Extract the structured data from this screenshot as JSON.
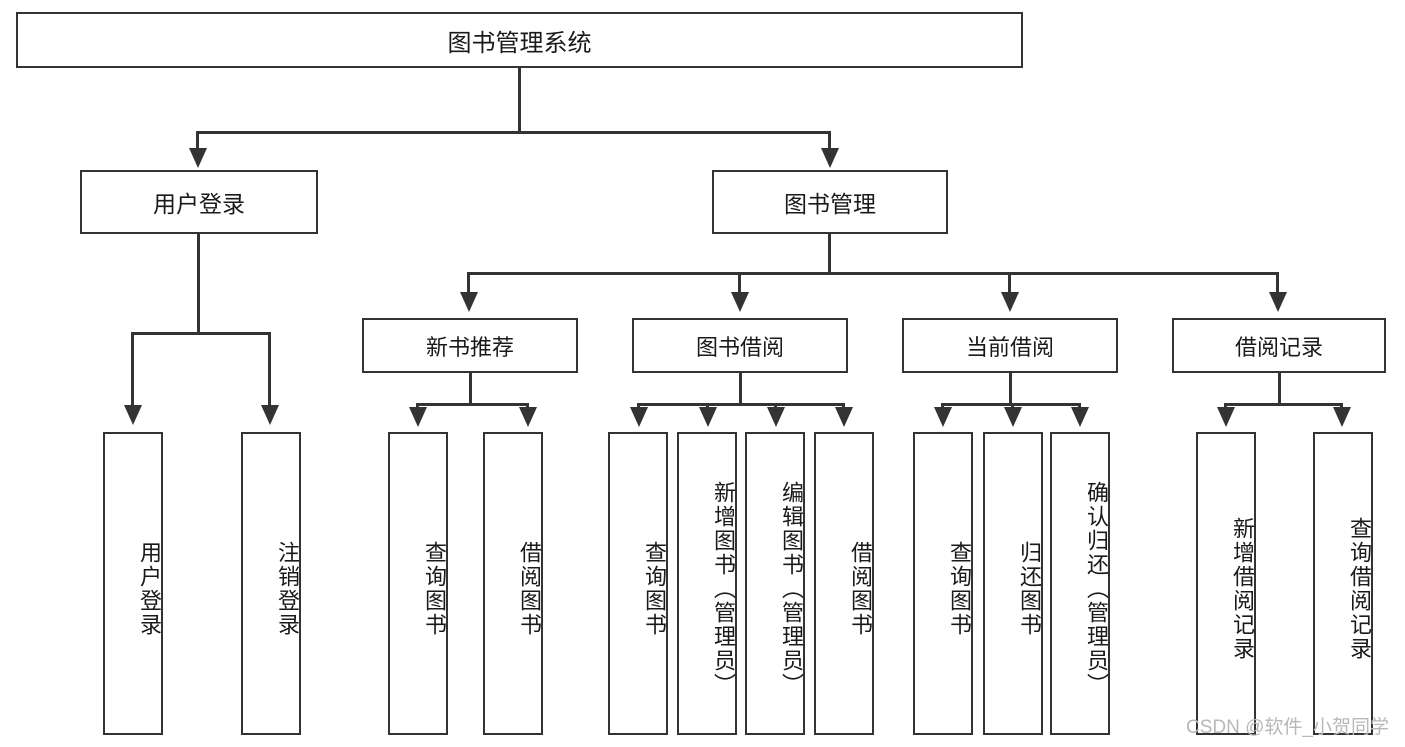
{
  "diagram": {
    "title": "图书管理系统",
    "type": "hierarchy-tree",
    "root": {
      "label": "图书管理系统"
    },
    "level2": [
      {
        "label": "用户登录"
      },
      {
        "label": "图书管理"
      }
    ],
    "level3": [
      {
        "label": "新书推荐"
      },
      {
        "label": "图书借阅"
      },
      {
        "label": "当前借阅"
      },
      {
        "label": "借阅记录"
      }
    ],
    "leaves": {
      "user_login": [
        {
          "label": "用户登录"
        },
        {
          "label": "注销登录"
        }
      ],
      "new_book_recommend": [
        {
          "label": "查询图书"
        },
        {
          "label": "借阅图书"
        }
      ],
      "book_borrow": [
        {
          "label": "查询图书"
        },
        {
          "label": "新增图书（管理员）"
        },
        {
          "label": "编辑图书（管理员）"
        },
        {
          "label": "借阅图书"
        }
      ],
      "current_borrow": [
        {
          "label": "查询图书"
        },
        {
          "label": "归还图书"
        },
        {
          "label": "确认归还（管理员）"
        }
      ],
      "borrow_record": [
        {
          "label": "新增借阅记录"
        },
        {
          "label": "查询借阅记录"
        }
      ]
    }
  },
  "watermark": {
    "text": "CSDN @软件_小贺同学"
  },
  "colors": {
    "stroke": "#333333",
    "background": "#ffffff",
    "text": "#1a1a1a",
    "watermark": "#b8b8b8"
  }
}
